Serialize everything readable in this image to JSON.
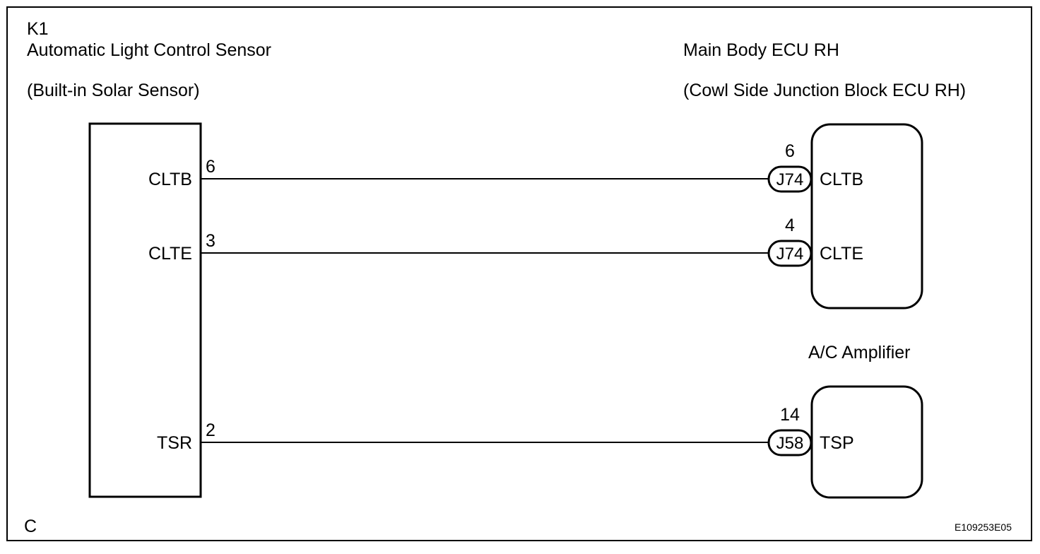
{
  "labels": {
    "component_id": "K1",
    "left_component": {
      "name": "Automatic Light Control Sensor",
      "subname": "(Built-in Solar Sensor)"
    },
    "right_top_component": {
      "name": "Main Body ECU RH",
      "subname": "(Cowl Side Junction Block ECU RH)"
    },
    "right_bottom_component": {
      "name": "A/C Amplifier"
    },
    "corner_letter": "C",
    "figure_code": "E109253E05"
  },
  "wires": [
    {
      "left_terminal": "CLTB",
      "left_pin": "6",
      "connector": "J74",
      "right_pin": "6",
      "right_terminal": "CLTB"
    },
    {
      "left_terminal": "CLTE",
      "left_pin": "3",
      "connector": "J74",
      "right_pin": "4",
      "right_terminal": "CLTE"
    },
    {
      "left_terminal": "TSR",
      "left_pin": "2",
      "connector": "J58",
      "right_pin": "14",
      "right_terminal": "TSP"
    }
  ]
}
